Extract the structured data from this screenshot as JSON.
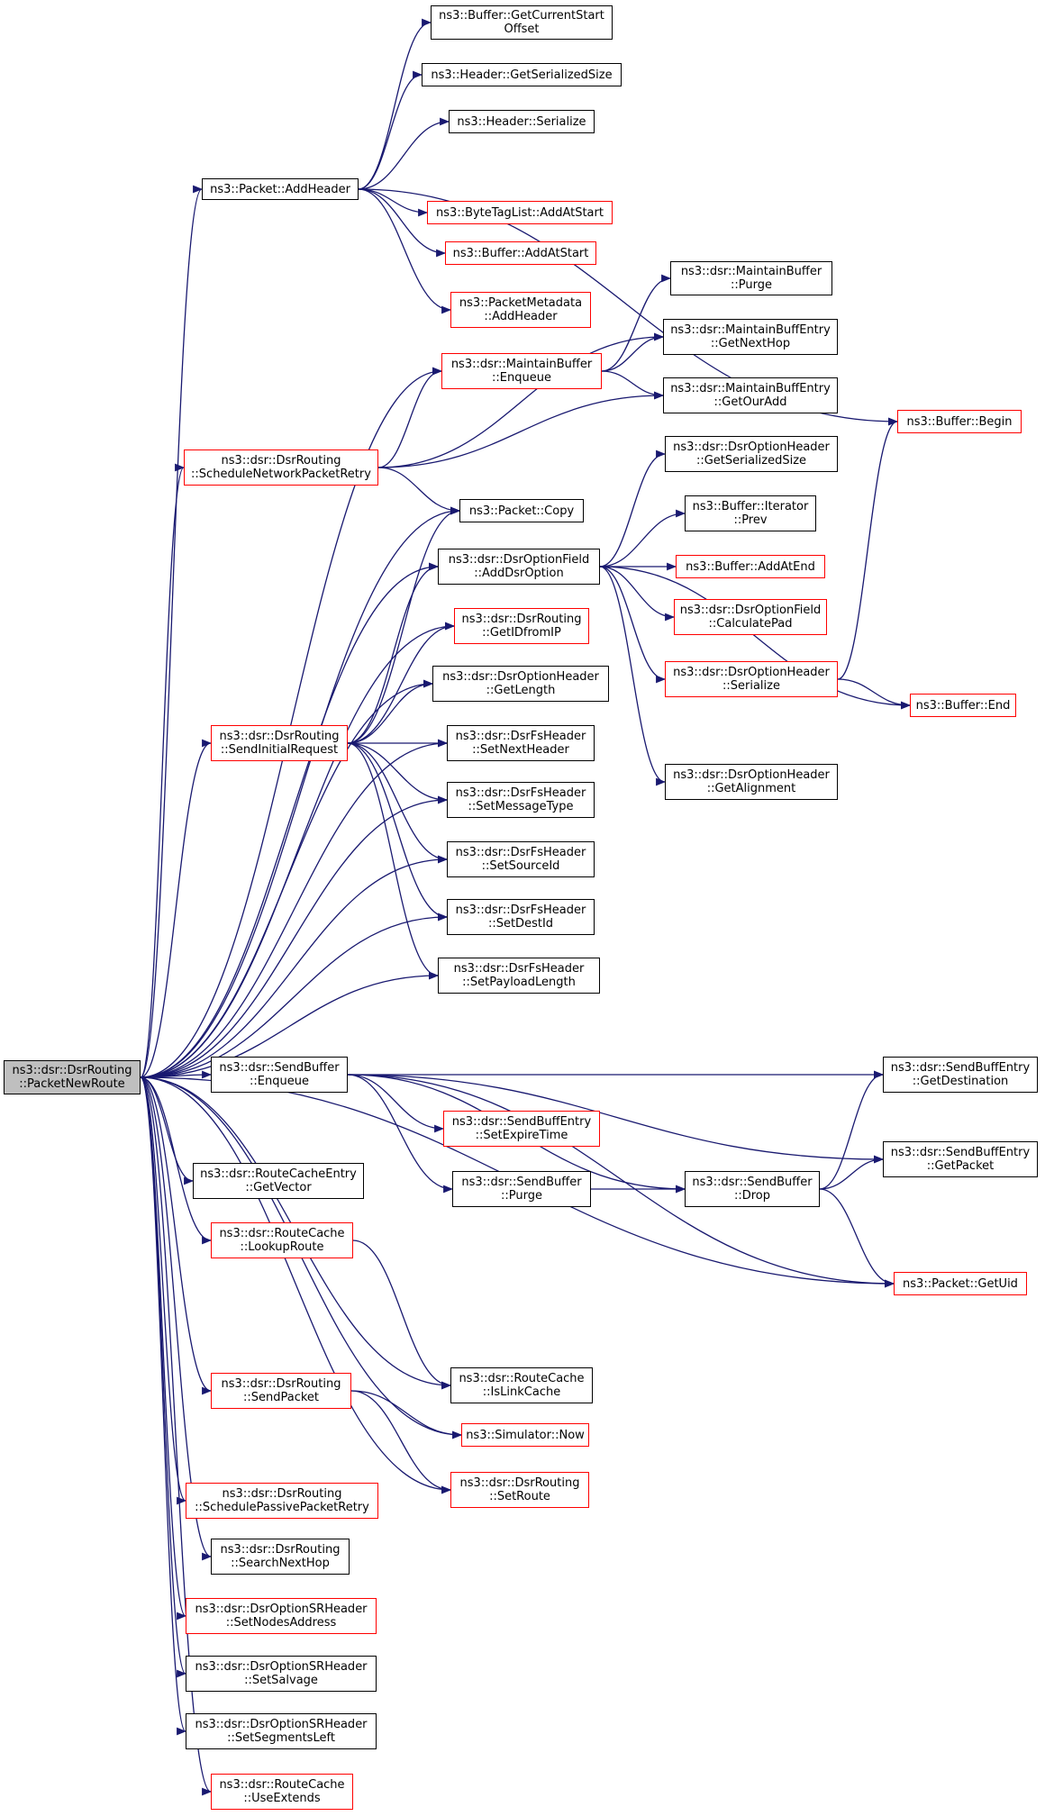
{
  "root": {
    "id": "root",
    "lines": [
      "ns3::dsr::DsrRouting",
      "::PacketNewRoute"
    ]
  },
  "nodes": [
    {
      "id": "n1",
      "lines": [
        "ns3::Buffer::GetCurrentStart",
        "Offset"
      ],
      "border": "black"
    },
    {
      "id": "n2",
      "lines": [
        "ns3::Header::GetSerializedSize"
      ],
      "border": "black"
    },
    {
      "id": "n3",
      "lines": [
        "ns3::Header::Serialize"
      ],
      "border": "black"
    },
    {
      "id": "n4",
      "lines": [
        "ns3::Packet::AddHeader"
      ],
      "border": "black"
    },
    {
      "id": "n5",
      "lines": [
        "ns3::ByteTagList::AddAtStart"
      ],
      "border": "red"
    },
    {
      "id": "n6",
      "lines": [
        "ns3::Buffer::AddAtStart"
      ],
      "border": "red"
    },
    {
      "id": "n7",
      "lines": [
        "ns3::PacketMetadata",
        "::AddHeader"
      ],
      "border": "red"
    },
    {
      "id": "n8",
      "lines": [
        "ns3::dsr::MaintainBuffer",
        "::Purge"
      ],
      "border": "black"
    },
    {
      "id": "n9",
      "lines": [
        "ns3::dsr::MaintainBuffEntry",
        "::GetNextHop"
      ],
      "border": "black"
    },
    {
      "id": "n10",
      "lines": [
        "ns3::dsr::MaintainBuffer",
        "::Enqueue"
      ],
      "border": "red"
    },
    {
      "id": "n11",
      "lines": [
        "ns3::dsr::MaintainBuffEntry",
        "::GetOurAdd"
      ],
      "border": "black"
    },
    {
      "id": "n12",
      "lines": [
        "ns3::Buffer::Begin"
      ],
      "border": "red"
    },
    {
      "id": "n13",
      "lines": [
        "ns3::dsr::DsrRouting",
        "::ScheduleNetworkPacketRetry"
      ],
      "border": "red"
    },
    {
      "id": "n14",
      "lines": [
        "ns3::dsr::DsrOptionHeader",
        "::GetSerializedSize"
      ],
      "border": "black"
    },
    {
      "id": "n15",
      "lines": [
        "ns3::Packet::Copy"
      ],
      "border": "black"
    },
    {
      "id": "n16",
      "lines": [
        "ns3::Buffer::Iterator",
        "::Prev"
      ],
      "border": "black"
    },
    {
      "id": "n17",
      "lines": [
        "ns3::dsr::DsrOptionField",
        "::AddDsrOption"
      ],
      "border": "black"
    },
    {
      "id": "n18",
      "lines": [
        "ns3::Buffer::AddAtEnd"
      ],
      "border": "red"
    },
    {
      "id": "n19",
      "lines": [
        "ns3::dsr::DsrRouting",
        "::GetIDfromIP"
      ],
      "border": "red"
    },
    {
      "id": "n20",
      "lines": [
        "ns3::dsr::DsrOptionField",
        "::CalculatePad"
      ],
      "border": "red"
    },
    {
      "id": "n21",
      "lines": [
        "ns3::dsr::DsrOptionHeader",
        "::GetLength"
      ],
      "border": "black"
    },
    {
      "id": "n22",
      "lines": [
        "ns3::dsr::DsrOptionHeader",
        "::Serialize"
      ],
      "border": "red"
    },
    {
      "id": "n23",
      "lines": [
        "ns3::dsr::DsrRouting",
        "::SendInitialRequest"
      ],
      "border": "red"
    },
    {
      "id": "n24",
      "lines": [
        "ns3::Buffer::End"
      ],
      "border": "red"
    },
    {
      "id": "n25",
      "lines": [
        "ns3::dsr::DsrFsHeader",
        "::SetNextHeader"
      ],
      "border": "black"
    },
    {
      "id": "n26",
      "lines": [
        "ns3::dsr::DsrOptionHeader",
        "::GetAlignment"
      ],
      "border": "black"
    },
    {
      "id": "n27",
      "lines": [
        "ns3::dsr::DsrFsHeader",
        "::SetMessageType"
      ],
      "border": "black"
    },
    {
      "id": "n28",
      "lines": [
        "ns3::dsr::DsrFsHeader",
        "::SetSourceId"
      ],
      "border": "black"
    },
    {
      "id": "n29",
      "lines": [
        "ns3::dsr::DsrFsHeader",
        "::SetDestId"
      ],
      "border": "black"
    },
    {
      "id": "n30",
      "lines": [
        "ns3::dsr::DsrFsHeader",
        "::SetPayloadLength"
      ],
      "border": "black"
    },
    {
      "id": "n31",
      "lines": [
        "ns3::dsr::SendBuffer",
        "::Enqueue"
      ],
      "border": "black"
    },
    {
      "id": "n32",
      "lines": [
        "ns3::dsr::SendBuffEntry",
        "::GetDestination"
      ],
      "border": "black"
    },
    {
      "id": "n33",
      "lines": [
        "ns3::dsr::SendBuffEntry",
        "::SetExpireTime"
      ],
      "border": "red"
    },
    {
      "id": "n34",
      "lines": [
        "ns3::dsr::SendBuffEntry",
        "::GetPacket"
      ],
      "border": "black"
    },
    {
      "id": "n35",
      "lines": [
        "ns3::dsr::RouteCacheEntry",
        "::GetVector"
      ],
      "border": "black"
    },
    {
      "id": "n36",
      "lines": [
        "ns3::dsr::SendBuffer",
        "::Purge"
      ],
      "border": "black"
    },
    {
      "id": "n37",
      "lines": [
        "ns3::dsr::SendBuffer",
        "::Drop"
      ],
      "border": "black"
    },
    {
      "id": "n38",
      "lines": [
        "ns3::dsr::RouteCache",
        "::LookupRoute"
      ],
      "border": "red"
    },
    {
      "id": "n39",
      "lines": [
        "ns3::Packet::GetUid"
      ],
      "border": "red"
    },
    {
      "id": "n40",
      "lines": [
        "ns3::dsr::RouteCache",
        "::IsLinkCache"
      ],
      "border": "black"
    },
    {
      "id": "n41",
      "lines": [
        "ns3::dsr::DsrRouting",
        "::SendPacket"
      ],
      "border": "red"
    },
    {
      "id": "n42",
      "lines": [
        "ns3::Simulator::Now"
      ],
      "border": "red"
    },
    {
      "id": "n43",
      "lines": [
        "ns3::dsr::DsrRouting",
        "::SchedulePassivePacketRetry"
      ],
      "border": "red"
    },
    {
      "id": "n44",
      "lines": [
        "ns3::dsr::DsrRouting",
        "::SetRoute"
      ],
      "border": "red"
    },
    {
      "id": "n45",
      "lines": [
        "ns3::dsr::DsrRouting",
        "::SearchNextHop"
      ],
      "border": "black"
    },
    {
      "id": "n46",
      "lines": [
        "ns3::dsr::DsrOptionSRHeader",
        "::SetNodesAddress"
      ],
      "border": "red"
    },
    {
      "id": "n47",
      "lines": [
        "ns3::dsr::DsrOptionSRHeader",
        "::SetSalvage"
      ],
      "border": "black"
    },
    {
      "id": "n48",
      "lines": [
        "ns3::dsr::DsrOptionSRHeader",
        "::SetSegmentsLeft"
      ],
      "border": "black"
    },
    {
      "id": "n49",
      "lines": [
        "ns3::dsr::RouteCache",
        "::UseExtends"
      ],
      "border": "red"
    }
  ],
  "edges": [
    [
      "root",
      "n4"
    ],
    [
      "root",
      "n10"
    ],
    [
      "root",
      "n13"
    ],
    [
      "root",
      "n15"
    ],
    [
      "root",
      "n17"
    ],
    [
      "root",
      "n19"
    ],
    [
      "root",
      "n21"
    ],
    [
      "root",
      "n23"
    ],
    [
      "root",
      "n25"
    ],
    [
      "root",
      "n27"
    ],
    [
      "root",
      "n28"
    ],
    [
      "root",
      "n29"
    ],
    [
      "root",
      "n30"
    ],
    [
      "root",
      "n31"
    ],
    [
      "root",
      "n35"
    ],
    [
      "root",
      "n38"
    ],
    [
      "root",
      "n39"
    ],
    [
      "root",
      "n40"
    ],
    [
      "root",
      "n41"
    ],
    [
      "root",
      "n42"
    ],
    [
      "root",
      "n43"
    ],
    [
      "root",
      "n44"
    ],
    [
      "root",
      "n45"
    ],
    [
      "root",
      "n46"
    ],
    [
      "root",
      "n47"
    ],
    [
      "root",
      "n48"
    ],
    [
      "root",
      "n49"
    ],
    [
      "n4",
      "n1"
    ],
    [
      "n4",
      "n2"
    ],
    [
      "n4",
      "n3"
    ],
    [
      "n4",
      "n5"
    ],
    [
      "n4",
      "n6"
    ],
    [
      "n4",
      "n7"
    ],
    [
      "n4",
      "n12"
    ],
    [
      "n10",
      "n8"
    ],
    [
      "n10",
      "n9"
    ],
    [
      "n10",
      "n11"
    ],
    [
      "n13",
      "n10"
    ],
    [
      "n13",
      "n9"
    ],
    [
      "n13",
      "n11"
    ],
    [
      "n13",
      "n15"
    ],
    [
      "n17",
      "n14"
    ],
    [
      "n17",
      "n16"
    ],
    [
      "n17",
      "n18"
    ],
    [
      "n17",
      "n20"
    ],
    [
      "n17",
      "n22"
    ],
    [
      "n17",
      "n24"
    ],
    [
      "n17",
      "n26"
    ],
    [
      "n22",
      "n12"
    ],
    [
      "n22",
      "n24"
    ],
    [
      "n23",
      "n15"
    ],
    [
      "n23",
      "n17"
    ],
    [
      "n23",
      "n19"
    ],
    [
      "n23",
      "n21"
    ],
    [
      "n23",
      "n25"
    ],
    [
      "n23",
      "n27"
    ],
    [
      "n23",
      "n28"
    ],
    [
      "n23",
      "n29"
    ],
    [
      "n23",
      "n30"
    ],
    [
      "n31",
      "n32"
    ],
    [
      "n31",
      "n33"
    ],
    [
      "n31",
      "n34"
    ],
    [
      "n31",
      "n36"
    ],
    [
      "n31",
      "n37"
    ],
    [
      "n31",
      "n39"
    ],
    [
      "n36",
      "n37"
    ],
    [
      "n37",
      "n32"
    ],
    [
      "n37",
      "n34"
    ],
    [
      "n37",
      "n39"
    ],
    [
      "n38",
      "n40"
    ],
    [
      "n41",
      "n42"
    ],
    [
      "n41",
      "n44"
    ]
  ],
  "colors": {
    "edge": "#191970",
    "border_red": "#ff0000",
    "border_black": "#000000",
    "root_fill": "#bfbfbf"
  }
}
